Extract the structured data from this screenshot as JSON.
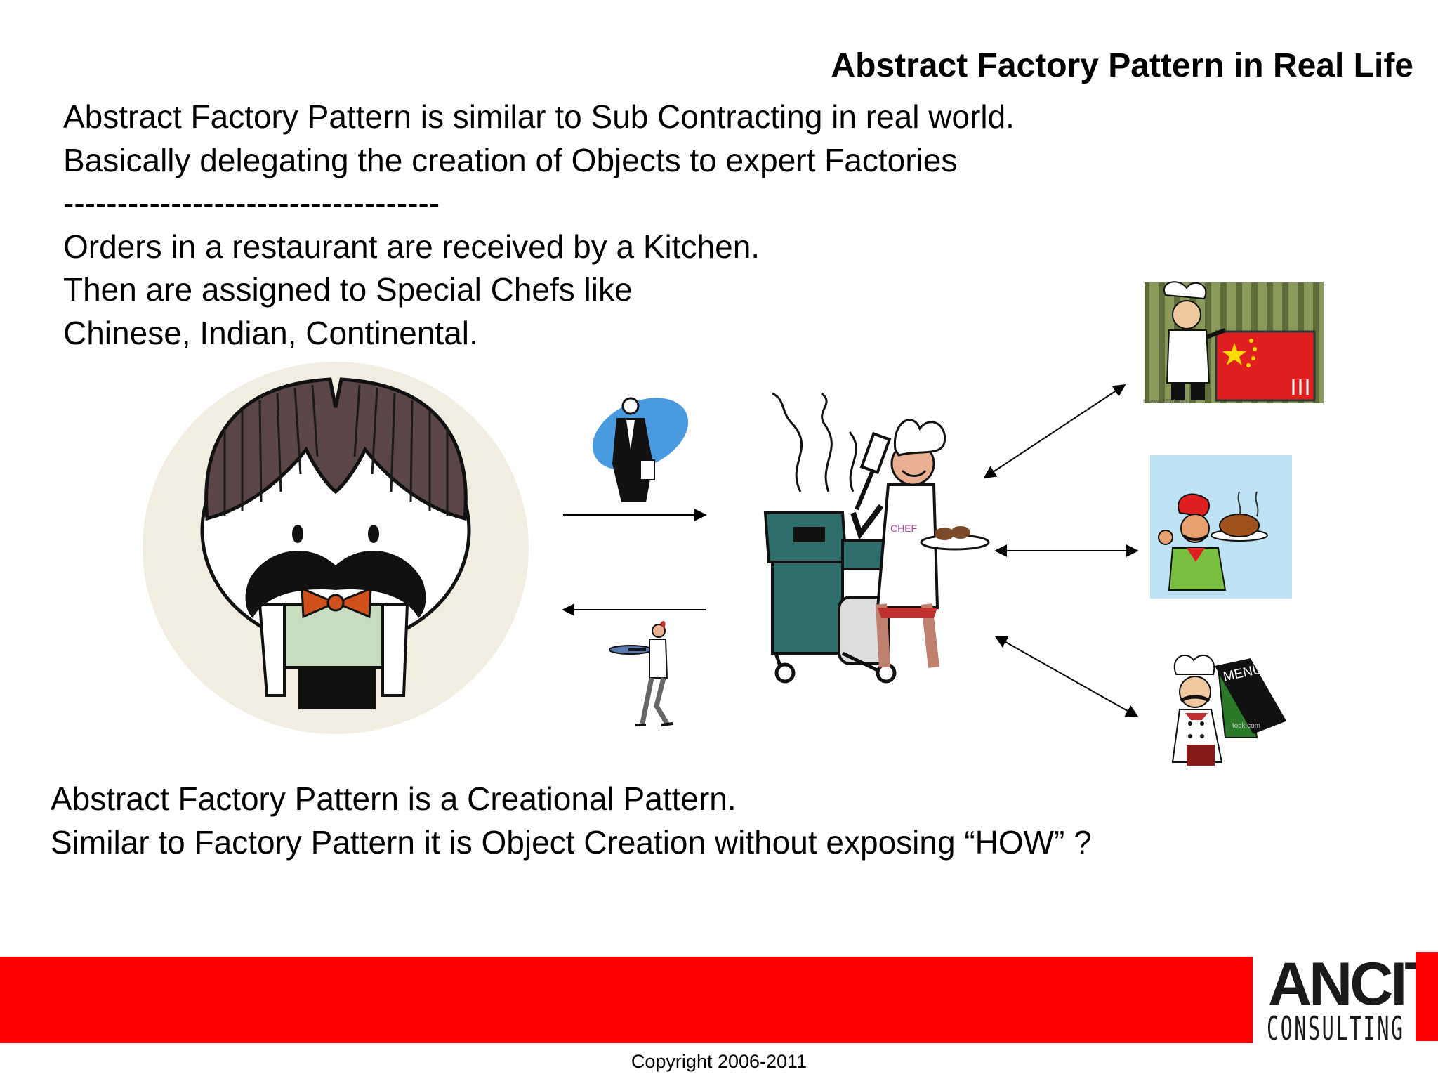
{
  "slide": {
    "title": "Abstract Factory Pattern in Real Life",
    "intro_lines": [
      "Abstract Factory Pattern is similar to Sub Contracting in real world.",
      "Basically delegating the creation of Objects to expert Factories",
      "-----------------------------------",
      "Orders in a restaurant are received by a Kitchen.",
      "Then are assigned to Special Chefs like",
      "Chinese, Indian, Continental."
    ],
    "summary_lines": [
      "Abstract Factory Pattern is a Creational Pattern.",
      "Similar to Factory Pattern it is Object Creation without exposing “HOW” ?"
    ]
  },
  "illustrations": {
    "chinese_chef_watermark": "© www.123rf.com",
    "apron_text": "CHEF",
    "menu_text": "MENU",
    "menu_watermark": "tock.com"
  },
  "footer": {
    "logo_main": "ANCIT",
    "logo_sub": "CONSULTING",
    "copyright": "Copyright 2006-2011"
  },
  "colors": {
    "footer_band": "#ff0000",
    "text": "#000000"
  }
}
